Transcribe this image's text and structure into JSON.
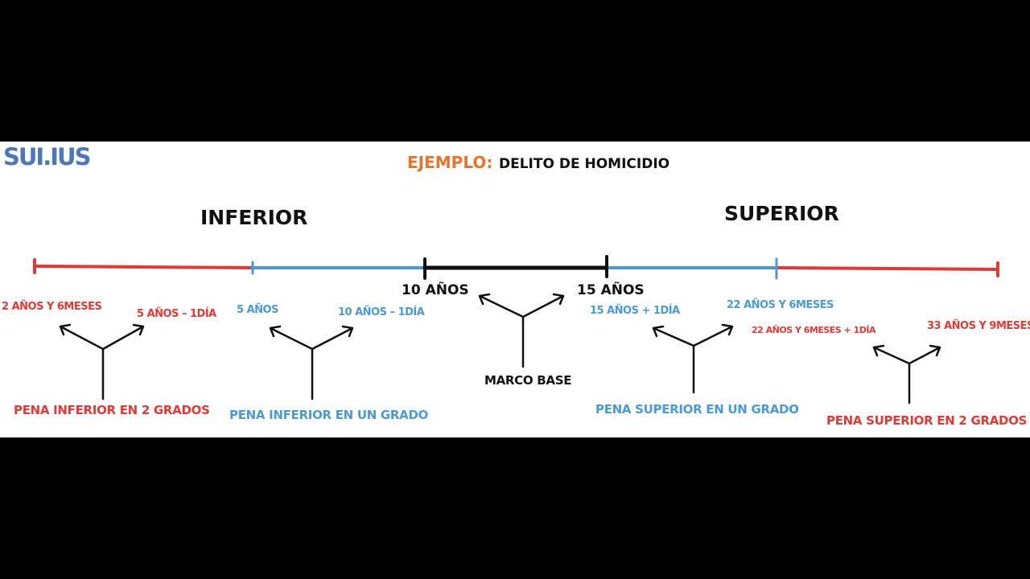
{
  "logo": "SUI.IUS",
  "title": {
    "label": "EJEMPLO:",
    "text": "DELITO DE HOMICIDIO"
  },
  "headings": {
    "inferior": "INFERIOR",
    "superior": "SUPERIOR"
  },
  "marks": {
    "ten": "10 AÑOS",
    "fifteen": "15 AÑOS"
  },
  "groups": [
    {
      "min": "2 AÑOS Y 6MESES",
      "max": "5 AÑOS – 1DÍA",
      "label": "PENA INFERIOR EN 2 GRADOS"
    },
    {
      "min": "5 AÑOS",
      "max": "10 AÑOS – 1DÍA",
      "label": "PENA INFERIOR EN UN GRADO"
    },
    {
      "label": "MARCO BASE"
    },
    {
      "min": "15 AÑOS + 1DÍA",
      "max": "22 AÑOS Y 6MESES",
      "label": "PENA SUPERIOR EN UN GRADO"
    },
    {
      "min": "22 AÑOS Y 6MESES + 1DÍA",
      "max": "33 AÑOS Y 9MESES",
      "label": "PENA SUPERIOR EN 2 GRADOS"
    }
  ],
  "colors": {
    "red": "#e03a36",
    "blue": "#4a9ad8",
    "black": "#111111",
    "orange": "#e8742c",
    "logo": "#4a78b8"
  }
}
